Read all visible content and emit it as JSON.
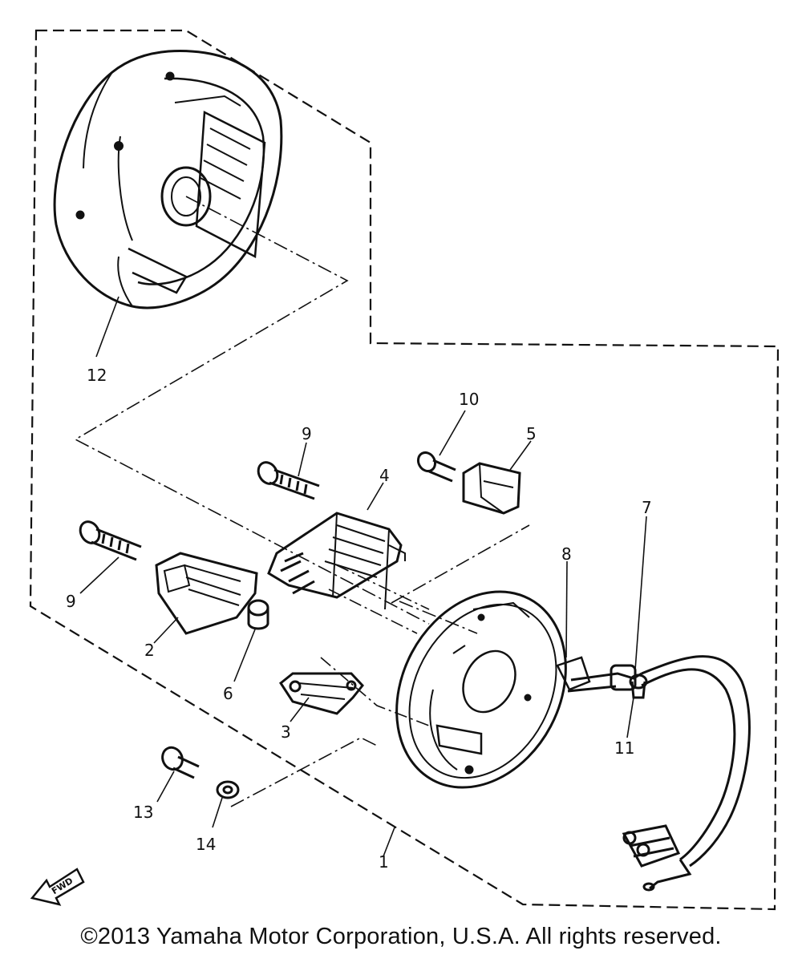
{
  "callouts": {
    "n1": "1",
    "n2": "2",
    "n3": "3",
    "n4": "4",
    "n5": "5",
    "n6": "6",
    "n7": "7",
    "n8": "8",
    "n9a": "9",
    "n9b": "9",
    "n10": "10",
    "n11": "11",
    "n12": "12",
    "n13": "13",
    "n14": "14"
  },
  "fwd_label": "FWD",
  "copyright": "©2013 Yamaha Motor Corporation, U.S.A. All rights reserved."
}
